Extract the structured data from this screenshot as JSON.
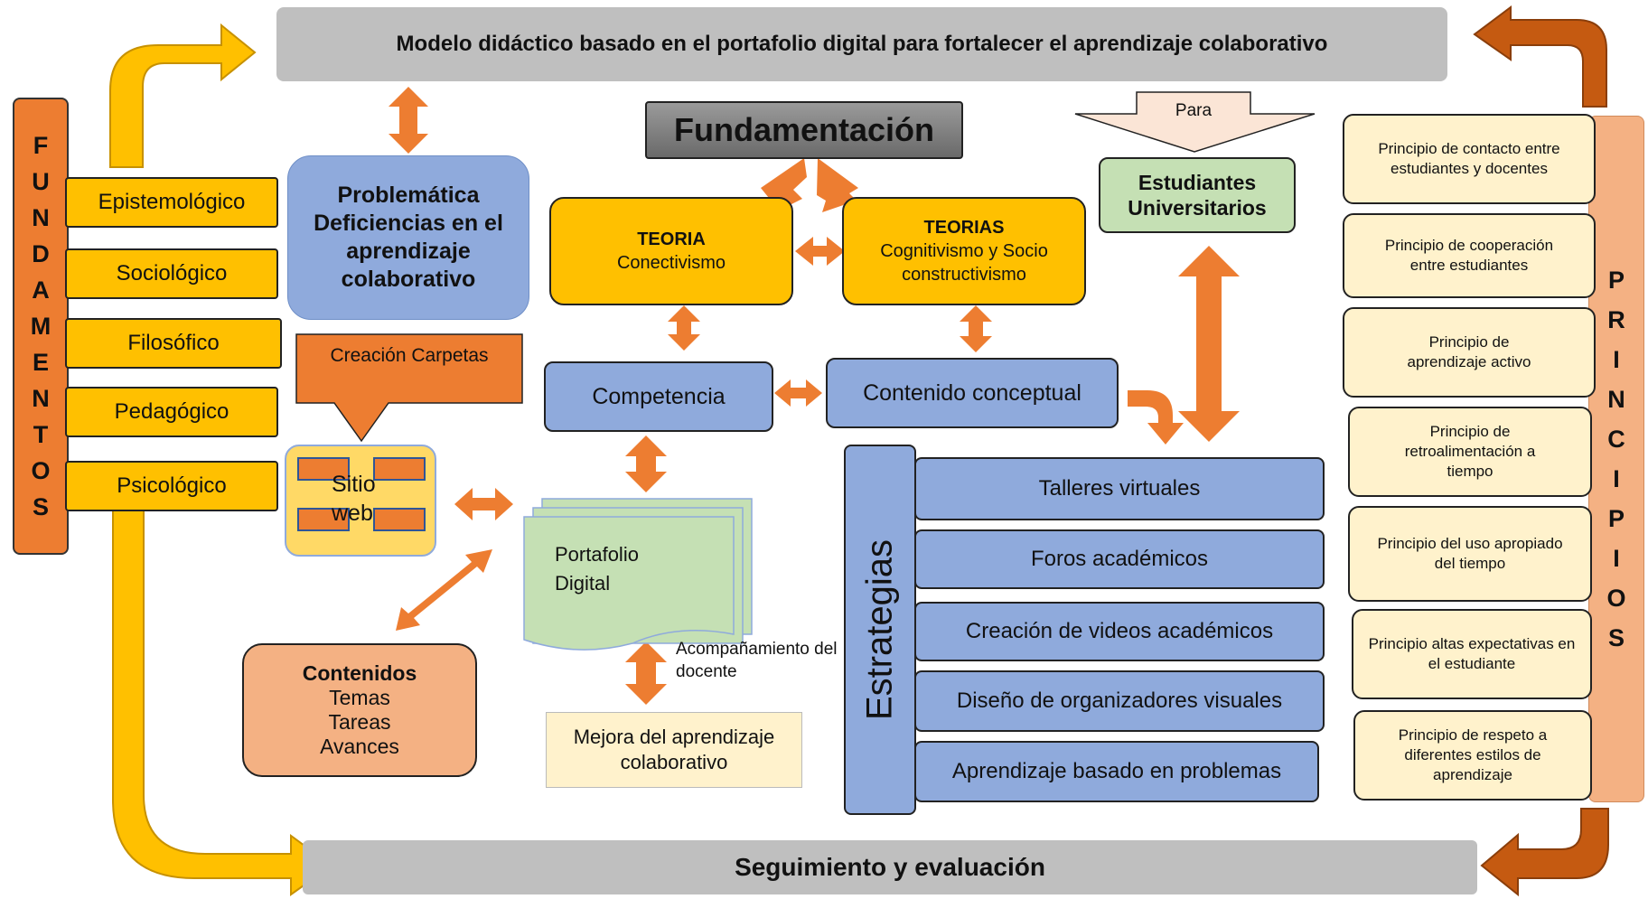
{
  "title": "Modelo didáctico basado en el portafolio digital para fortalecer el aprendizaje colaborativo",
  "bottom_title": "Seguimiento y evaluación",
  "fundamentos": {
    "label_letters": [
      "F",
      "U",
      "N",
      "D",
      "A",
      "M",
      "E",
      "N",
      "T",
      "O",
      "S"
    ],
    "items": [
      "Epistemológico",
      "Sociológico",
      "Filosófico",
      "Pedagógico",
      "Psicológico"
    ]
  },
  "problematica": {
    "heading": "Problemática",
    "text": "Deficiencias en el aprendizaje colaborativo"
  },
  "creacion_carpetas": "Creación Carpetas",
  "sitio_web": "Sitio web",
  "contenidos": {
    "heading": "Contenidos",
    "items": [
      "Temas",
      "Tareas",
      "Avances"
    ]
  },
  "fundamentacion": "Fundamentación",
  "teoria1": {
    "heading": "TEORIA",
    "text": "Conectivismo"
  },
  "teoria2": {
    "heading": "TEORIAS",
    "text": "Cognitivismo y Socio constructivismo"
  },
  "competencia": "Competencia",
  "contenido_conceptual": "Contenido conceptual",
  "portafolio": "Portafolio Digital",
  "acompanamiento": "Acompañamiento del docente",
  "mejora": "Mejora del aprendizaje colaborativo",
  "para": "Para",
  "estudiantes": "Estudiantes Universitarios",
  "estrategias": {
    "label": "Estrategias",
    "items": [
      "Talleres virtuales",
      "Foros académicos",
      "Creación de videos académicos",
      "Diseño de organizadores visuales",
      "Aprendizaje basado en problemas"
    ]
  },
  "principios": {
    "label_letters": [
      "P",
      "R",
      "I",
      "N",
      "C",
      "I",
      "P",
      "I",
      "O",
      "S"
    ],
    "items": [
      "Principio de contacto entre estudiantes y docentes",
      "Principio de cooperación entre estudiantes",
      "Principio de aprendizaje activo",
      "Principio de retroalimentación a tiempo",
      "Principio del uso apropiado del tiempo",
      "Principio altas expectativas en el estudiante",
      "Principio de respeto a diferentes estilos de aprendizaje"
    ]
  },
  "colors": {
    "orange": "#ed7d31",
    "yellow": "#ffc000",
    "blue": "#8faadc",
    "purple_blue": "#8ea9db",
    "green": "#c5e0b4",
    "light_yellow": "#fff2cc",
    "salmon": "#f4b183",
    "grey": "#bfbfbf",
    "dark_grey": "#7f7f7f"
  }
}
